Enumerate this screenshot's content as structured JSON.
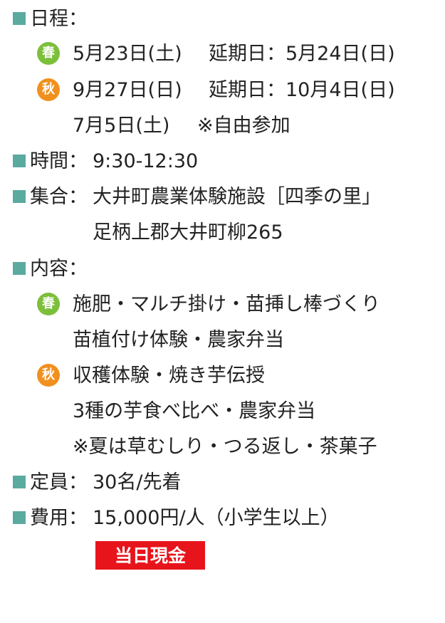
{
  "schedule": {
    "label": "日程：",
    "spring_badge": "春",
    "spring_date": "5月23日(土)",
    "spring_postpone": "延期日：5月24日(日)",
    "autumn_badge": "秋",
    "autumn_date": "9月27日(日)",
    "autumn_postpone": "延期日：10月4日(日)",
    "extra_date": "7月5日(土)",
    "extra_note": "※自由参加"
  },
  "time": {
    "label": "時間：",
    "value": "9:30-12:30"
  },
  "meeting": {
    "label": "集合：",
    "place": "大井町農業体験施設［四季の里」",
    "address": "足柄上郡大井町柳265"
  },
  "content": {
    "label": "内容：",
    "spring_badge": "春",
    "spring_line1": "施肥・マルチ掛け・苗挿し棒づくり",
    "spring_line2": "苗植付け体験・農家弁当",
    "autumn_badge": "秋",
    "autumn_line1": "収穫体験・焼き芋伝授",
    "autumn_line2": "3種の芋食べ比べ・農家弁当",
    "summer_note": "※夏は草むしり・つる返し・茶菓子"
  },
  "capacity": {
    "label": "定員：",
    "value": "30名/先着"
  },
  "fee": {
    "label": "費用：",
    "value": "15,000円/人（小学生以上）",
    "payment_badge": "当日現金"
  },
  "colors": {
    "bullet": "#5aaaa0",
    "spring": "#7cbf3a",
    "autumn": "#f0901e",
    "cash_badge": "#e8141c"
  }
}
